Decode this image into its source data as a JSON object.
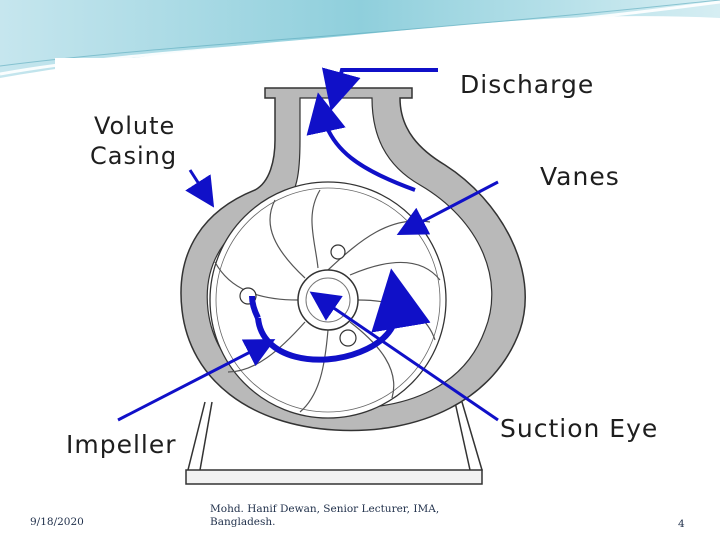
{
  "slide": {
    "diagram_labels": {
      "discharge": "Discharge",
      "volute_line1": "Volute",
      "volute_line2": "Casing",
      "vanes": "Vanes",
      "impeller": "Impeller",
      "suction_eye": "Suction Eye"
    },
    "footer": {
      "date": "9/18/2020",
      "author_line1": "Mohd. Hanif Dewan, Senior Lecturer, IMA,",
      "author_line2": "Bangladesh.",
      "page_number": "4"
    }
  },
  "colors": {
    "arrow_blue": "#1010c8",
    "casing_gray": "#b9b9b9",
    "outline": "#333333",
    "header_teal": "#9fd4df"
  }
}
